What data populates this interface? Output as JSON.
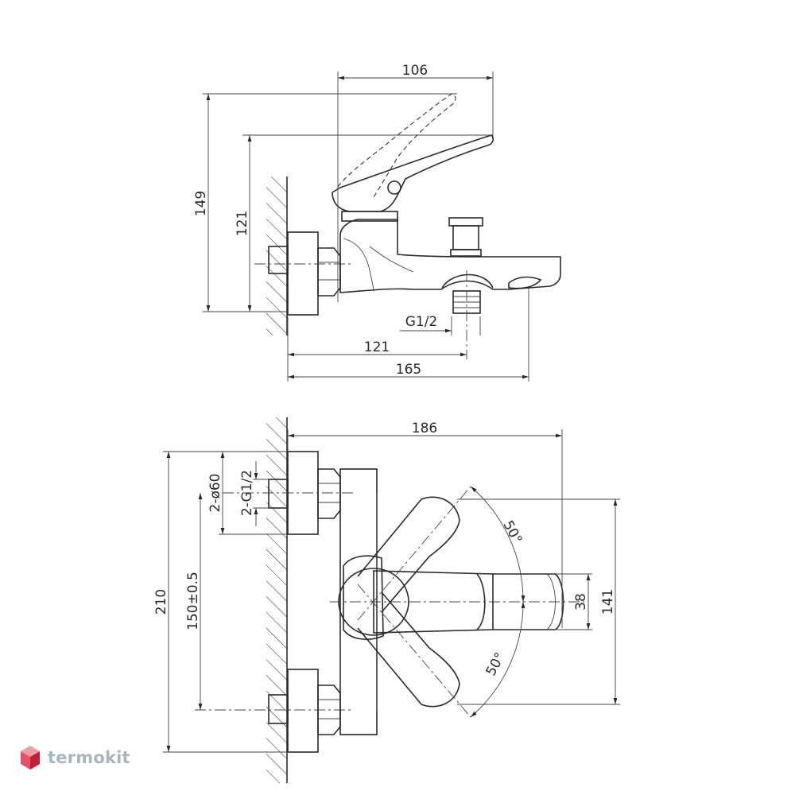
{
  "side_view": {
    "dim_width_handle": "106",
    "dim_height_total": "149",
    "dim_height_body": "121",
    "dim_thread": "G1/2",
    "dim_depth_outlet": "121",
    "dim_depth_total": "165"
  },
  "top_view": {
    "dim_width_total": "186",
    "dim_pipe_diameter": "2-ø60",
    "dim_pipe_thread": "2-G1/2",
    "dim_height_total": "210",
    "dim_center_distance": "150±0.5",
    "dim_spout_width": "38",
    "dim_handle_span": "141",
    "dim_angle_upper": "50°",
    "dim_angle_lower": "50°"
  },
  "brand": {
    "name": "termokit",
    "colors": {
      "top": "#f19aa8",
      "left": "#e2526a",
      "right": "#c21f3a"
    }
  }
}
